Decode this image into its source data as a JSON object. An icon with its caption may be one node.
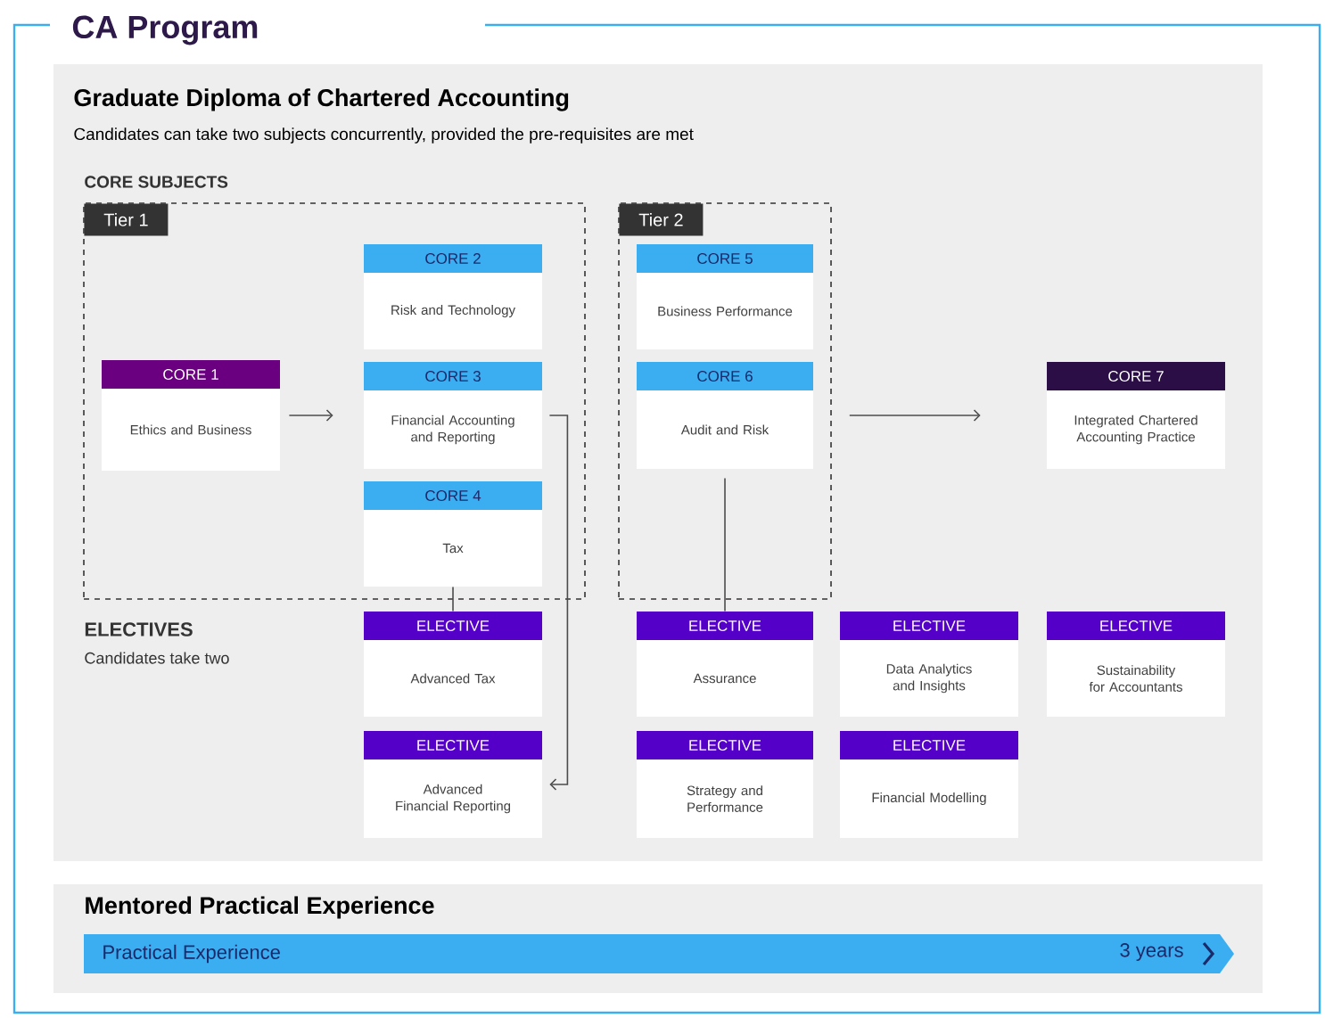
{
  "diagram": {
    "title": "CA Program",
    "nodes": [
      {
        "text": [
          "Graduate Diploma of Chartered Accounting",
          "Candidates can take two subjects concurrently, provided the pre-requisites are met"
        ]
      },
      {
        "text": [
          "Tier 1"
        ],
        "in": 0
      },
      {
        "text": [
          "CORE 1",
          "Ethics and Business"
        ],
        "in": 1
      },
      {
        "text": [
          "CORE 2",
          "Risk and Technology"
        ],
        "in": 1
      },
      {
        "text": [
          "CORE 3",
          "Financial Accounting and Reporting"
        ],
        "in": 1
      },
      {
        "text": [
          "CORE 4",
          "Tax"
        ],
        "in": 1
      },
      {
        "text": [
          "Tier 2"
        ],
        "in": 0
      },
      {
        "text": [
          "CORE 5",
          "Business Performance"
        ],
        "in": 6
      },
      {
        "text": [
          "CORE 6",
          "Audit and Risk"
        ],
        "in": 6
      },
      {
        "text": [
          "CORE 7",
          "Integrated Chartered Accounting Practice"
        ],
        "in": 0
      },
      {
        "text": [
          "ELECTIVE",
          "Advanced Tax"
        ],
        "in": 0
      },
      {
        "text": [
          "ELECTIVE",
          "Assurance"
        ],
        "in": 0
      },
      {
        "text": [
          "ELECTIVE",
          "Data Analytics and Insights"
        ],
        "in": 0
      },
      {
        "text": [
          "ELECTIVE",
          "Sustainability for Accountants"
        ],
        "in": 0
      },
      {
        "text": [
          "ELECTIVE",
          "Advanced Financial Reporting"
        ],
        "in": 0
      },
      {
        "text": [
          "ELECTIVE",
          "Strategy and Performance"
        ],
        "in": 0
      },
      {
        "text": [
          "ELECTIVE",
          "Financial Modelling"
        ],
        "in": 0
      },
      {
        "text": [
          "Mentored Practical Experience"
        ]
      },
      {
        "text": [
          "Practical Experience",
          "3 years"
        ],
        "in": 17
      }
    ],
    "edges": [
      {
        "from": 2,
        "to": 4,
        "arrow": "to"
      },
      {
        "from": 4,
        "to": 14,
        "arrow": "to"
      },
      {
        "from": 5,
        "to": 10,
        "arrow": "none"
      },
      {
        "from": 6,
        "to": 9,
        "arrow": "to"
      },
      {
        "from": 8,
        "to": 11,
        "arrow": "none"
      }
    ],
    "labels": [
      "CORE SUBJECTS",
      "ELECTIVES",
      "Candidates take two"
    ]
  }
}
